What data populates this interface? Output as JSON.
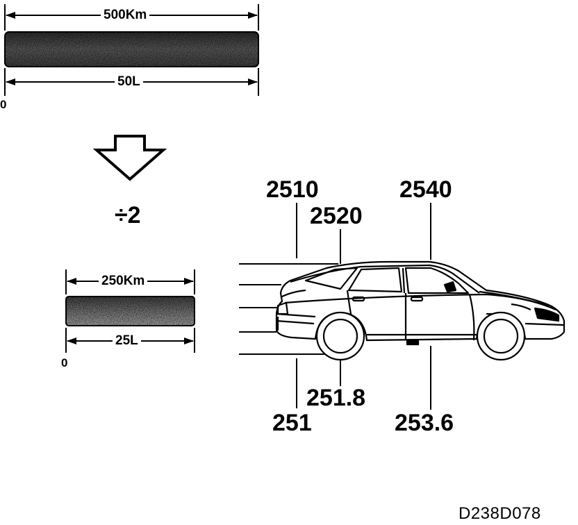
{
  "top_strip": {
    "distance": "500Km",
    "volume": "50L",
    "zero": "0"
  },
  "divide_label": "÷2",
  "bottom_strip": {
    "distance": "250Km",
    "volume": "25L",
    "zero": "0"
  },
  "car_callouts": {
    "upper_left": "2510",
    "upper_mid": "2520",
    "upper_right": "2540",
    "lower_mid": "251.8",
    "lower_left": "251",
    "lower_right": "253.6"
  },
  "figure_code": "D238D078"
}
